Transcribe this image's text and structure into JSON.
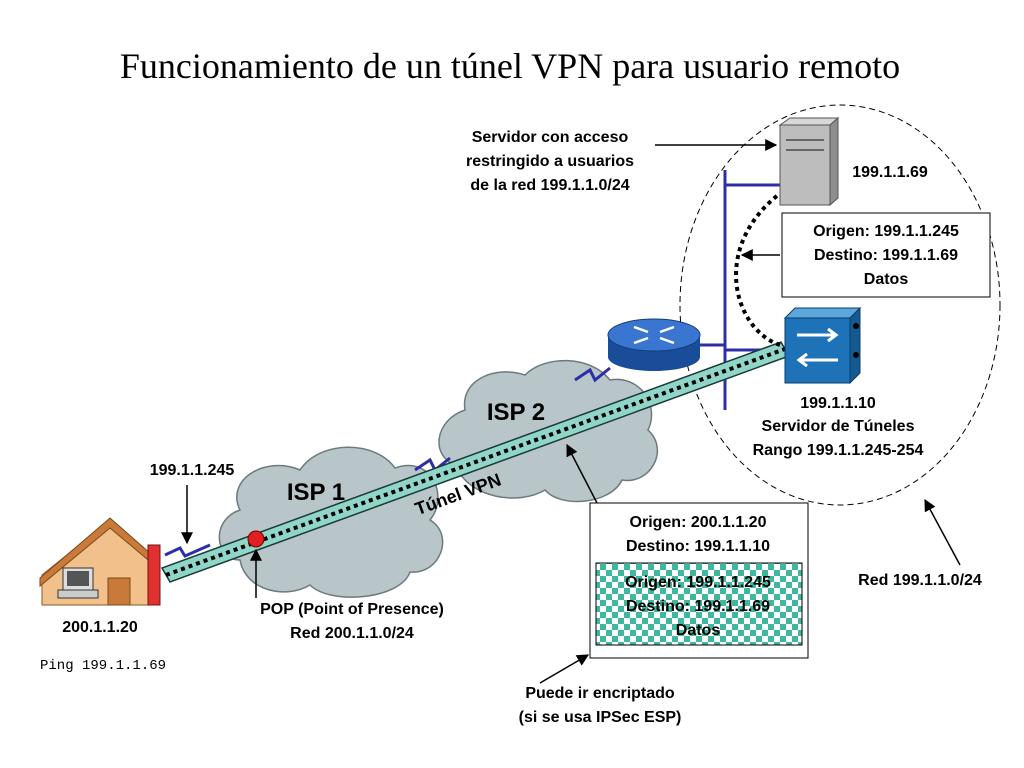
{
  "title": "Funcionamiento de un túnel VPN para usuario remoto",
  "server": {
    "caption_lines": [
      "Servidor con acceso",
      "restringido a usuarios",
      "de la red 199.1.1.0/24"
    ],
    "ip": "199.1.1.69"
  },
  "inner_packet_box": {
    "lines": [
      "Origen:  199.1.1.245",
      "Destino: 199.1.1.69",
      "Datos"
    ]
  },
  "tunnel_server": {
    "lines": [
      "199.1.1.10",
      "Servidor de Túneles",
      "Rango 199.1.1.245-254"
    ]
  },
  "isp1": "ISP 1",
  "isp2": "ISP 2",
  "tunnel_label": "Túnel VPN",
  "remote_tunnel_ip": "199.1.1.245",
  "house_ip": "200.1.1.20",
  "ping_command": "Ping 199.1.1.69",
  "pop": {
    "lines": [
      "POP (Point of Presence)",
      "Red 200.1.1.0/24"
    ]
  },
  "outer_packet": {
    "outer_lines": [
      "Origen:  200.1.1.20",
      "Destino: 199.1.1.10"
    ],
    "inner_lines": [
      "Origen:  199.1.1.245",
      "Destino: 199.1.1.69",
      "Datos"
    ]
  },
  "red_label": "Red 199.1.1.0/24",
  "encrypt_note": {
    "lines": [
      "Puede ir encriptado",
      "(si se usa IPSec ESP)"
    ]
  },
  "colors": {
    "tunnel_fill": "#8fd6c9",
    "lan_line": "#2d2da8",
    "cloud_fill": "#b9c6c9",
    "router": "#1f5bb5",
    "pop_dot": "#e02020",
    "house_wall": "#f2c08a",
    "house_roof": "#c97a3a"
  }
}
